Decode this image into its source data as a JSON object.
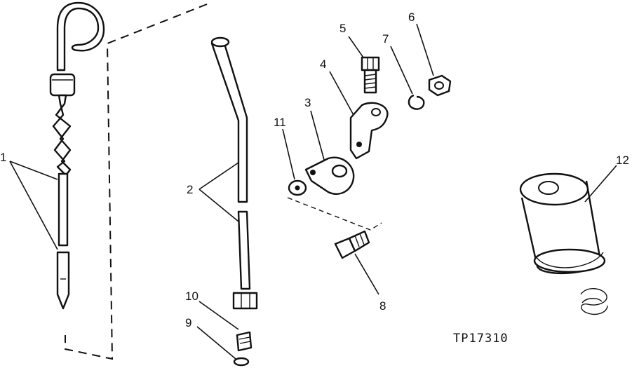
{
  "figure_id": "TP17310",
  "callouts": [
    "1",
    "2",
    "3",
    "4",
    "5",
    "6",
    "7",
    "8",
    "9",
    "10",
    "11",
    "12"
  ]
}
